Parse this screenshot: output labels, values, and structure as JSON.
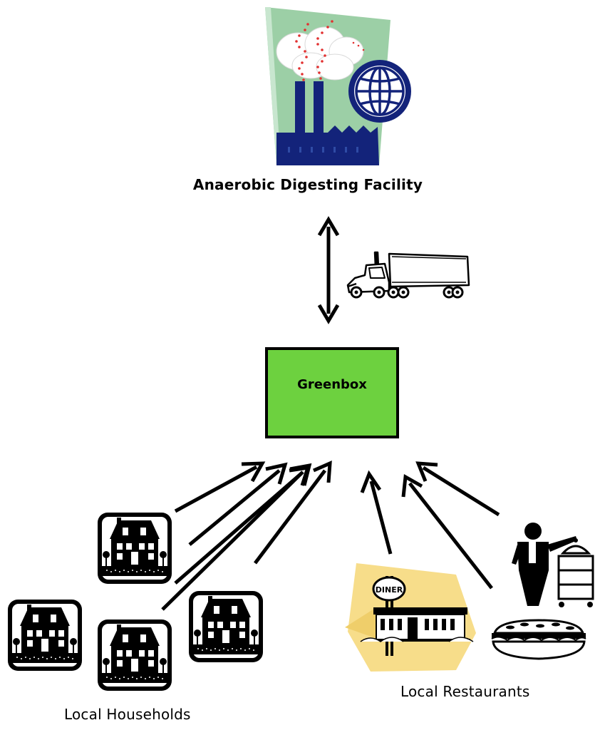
{
  "nodes": {
    "facility": {
      "label": "Anaerobic Digesting Facility"
    },
    "greenbox": {
      "label": "Greenbox"
    },
    "households": {
      "label": "Local Households",
      "house_count": 4
    },
    "restaurants": {
      "label": "Local Restaurants"
    }
  },
  "icons": {
    "facility": "factory-globe-icon",
    "transport": "truck-icon",
    "house": "house-icon",
    "diner": "diner-icon",
    "waiter": "waiter-icon",
    "food": "sandwich-icon"
  },
  "colors": {
    "greenbox_fill": "#6dd13f",
    "factory_bg": "#9ccfa6",
    "factory_navy": "#13237a",
    "smoke_dots": "#e23030",
    "diner_sign_bg": "#f7dd8a"
  },
  "edges": [
    {
      "from": "facility",
      "to": "greenbox",
      "direction": "bidirectional"
    },
    {
      "from": "households",
      "to": "greenbox",
      "count": 5
    },
    {
      "from": "restaurants",
      "to": "greenbox",
      "count": 3
    }
  ]
}
